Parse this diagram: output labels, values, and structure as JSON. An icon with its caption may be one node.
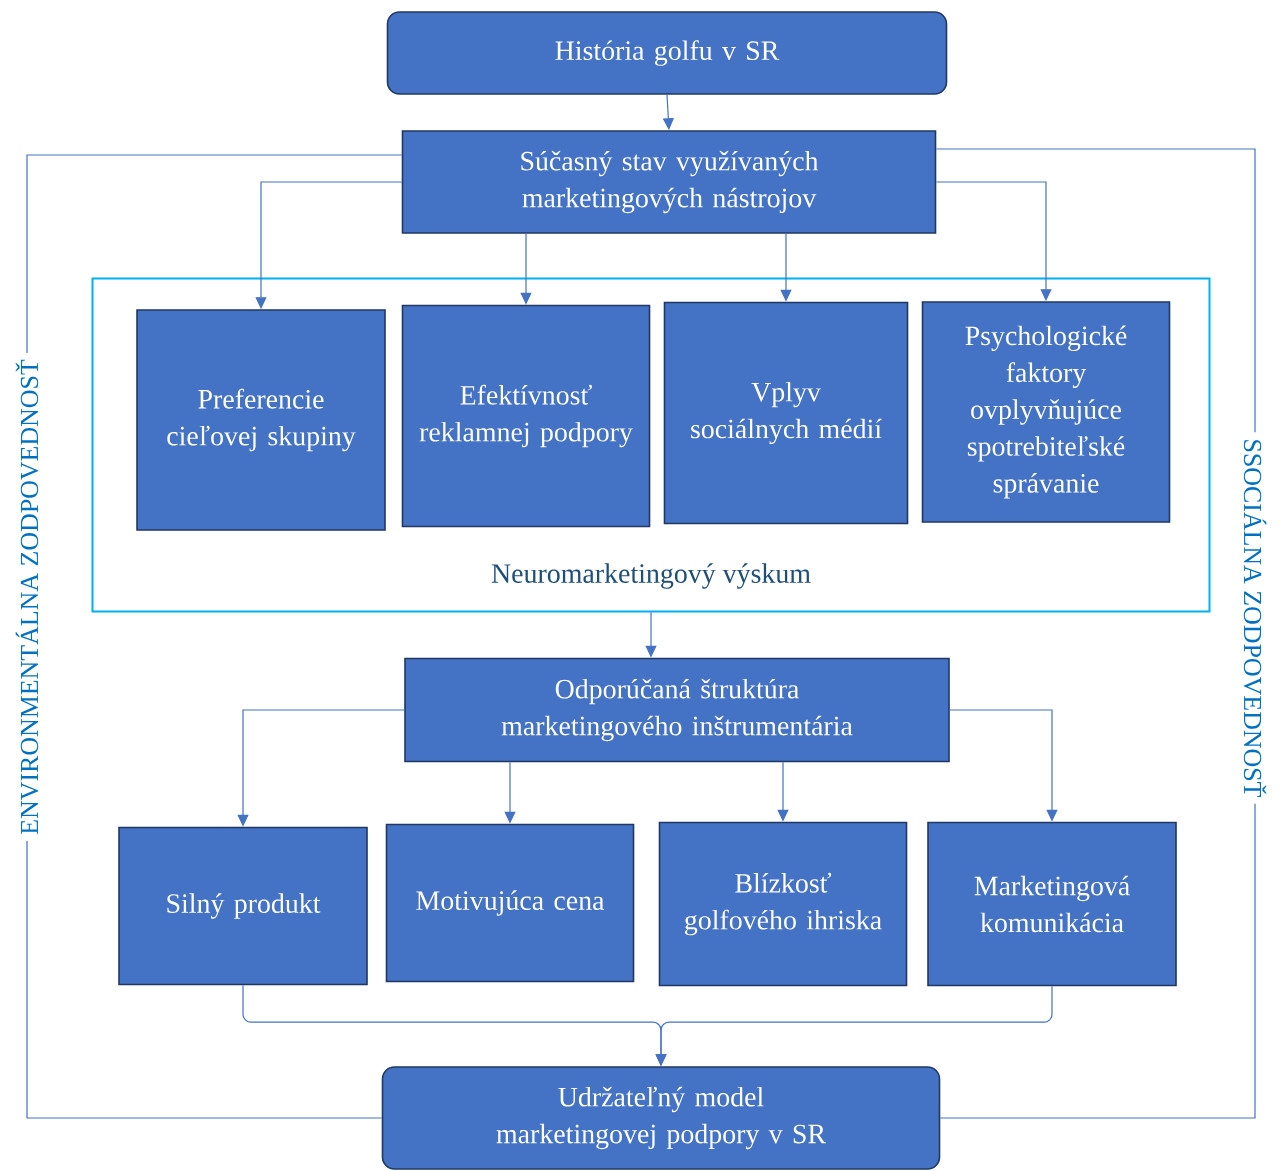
{
  "diagram": {
    "nodes": [
      {
        "text": [
          "História golfu v SR"
        ]
      },
      {
        "text": [
          "Súčasný stav využívaných marketingových nástrojov"
        ]
      },
      {
        "text": [
          "Neuromarketingový výskum"
        ]
      },
      {
        "text": [
          "Preferencie cieľovej skupiny"
        ],
        "in": 2
      },
      {
        "text": [
          "Efektívnosť reklamnej podpory"
        ],
        "in": 2
      },
      {
        "text": [
          "Vplyv sociálnych médií"
        ],
        "in": 2
      },
      {
        "text": [
          "Psychologické faktory ovplyvňujúce spotrebiteľské správanie"
        ],
        "in": 2
      },
      {
        "text": [
          "Odporúčaná štruktúra marketingového inštrumentária"
        ]
      },
      {
        "text": [
          "Silný produkt"
        ]
      },
      {
        "text": [
          "Motivujúca cena"
        ]
      },
      {
        "text": [
          "Blízkosť golfového ihriska"
        ]
      },
      {
        "text": [
          "Marketingová komunikácia"
        ]
      },
      {
        "text": [
          "Udržateľný model marketingovej podpory v SR"
        ]
      },
      {
        "text": [
          "ENVIRONMENTÁLNA  ZODPOVEDNOSŤ"
        ]
      },
      {
        "text": [
          "SSOCIÁLNA   ZODPOVEDNOSŤ"
        ]
      }
    ],
    "edges": [
      {
        "from": 0,
        "to": 1,
        "arrow": "to"
      },
      {
        "from": 1,
        "to": 3,
        "arrow": "to"
      },
      {
        "from": 1,
        "to": 4,
        "arrow": "to"
      },
      {
        "from": 1,
        "to": 5,
        "arrow": "to"
      },
      {
        "from": 1,
        "to": 6,
        "arrow": "to"
      },
      {
        "from": 2,
        "to": 7,
        "arrow": "to"
      },
      {
        "from": 7,
        "to": 8,
        "arrow": "to"
      },
      {
        "from": 7,
        "to": 9,
        "arrow": "to"
      },
      {
        "from": 7,
        "to": 10,
        "arrow": "to"
      },
      {
        "from": 7,
        "to": 11,
        "arrow": "to"
      },
      {
        "from": 8,
        "to": 12,
        "arrow": "to"
      },
      {
        "from": 11,
        "to": 12,
        "arrow": "to"
      },
      {
        "from": 1,
        "to": 13,
        "arrow": "none"
      },
      {
        "from": 13,
        "to": 12,
        "arrow": "none"
      },
      {
        "from": 1,
        "to": 14,
        "arrow": "none"
      },
      {
        "from": 14,
        "to": 12,
        "arrow": "none"
      }
    ]
  }
}
